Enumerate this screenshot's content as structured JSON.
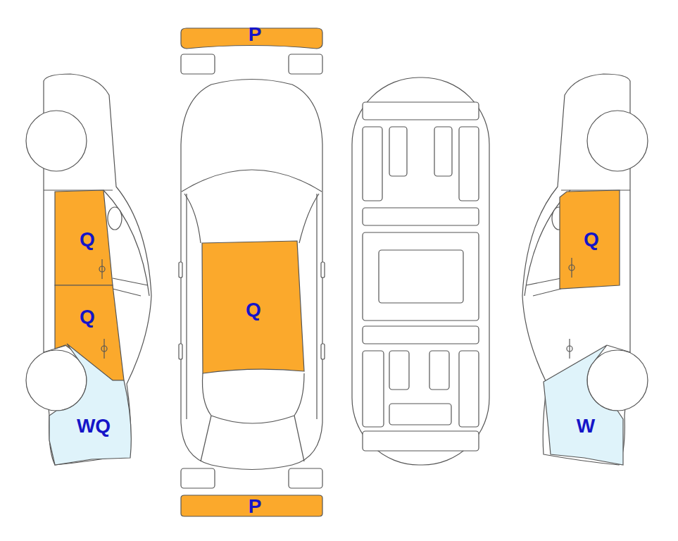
{
  "diagram": {
    "nodes": [
      {
        "text": [
          "P"
        ]
      },
      {
        "text": [
          "Q"
        ]
      },
      {
        "text": [
          "Q"
        ]
      },
      {
        "text": [
          "Q"
        ]
      },
      {
        "text": [
          "Q"
        ]
      },
      {
        "text": [
          "WQ"
        ]
      },
      {
        "text": [
          "W"
        ]
      },
      {
        "text": [
          "P"
        ]
      }
    ]
  }
}
